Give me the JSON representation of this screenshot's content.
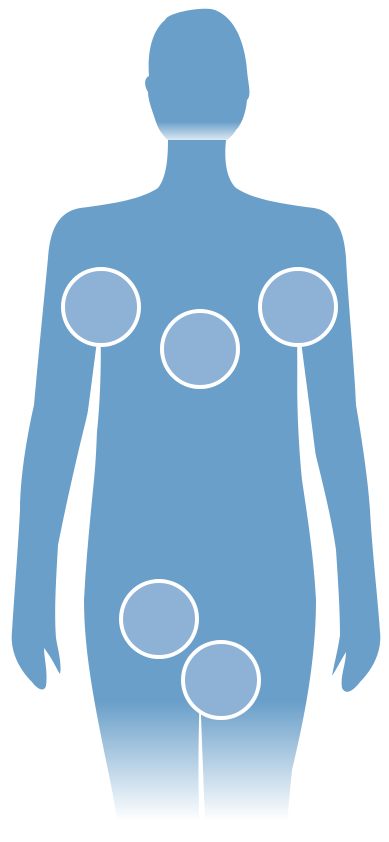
{
  "colors": {
    "background": "#ffffff",
    "body": "#6a9fc9",
    "marker_fill": "#8eb1d6",
    "marker_stroke": "#ffffff"
  },
  "figure": {
    "subject": "female-body-silhouette",
    "fade": "bottom-fade-to-white"
  },
  "markers": [
    {
      "id": "left-upper-arm"
    },
    {
      "id": "abdomen"
    },
    {
      "id": "right-upper-arm"
    },
    {
      "id": "upper-thigh-left"
    },
    {
      "id": "upper-thigh-right"
    }
  ]
}
